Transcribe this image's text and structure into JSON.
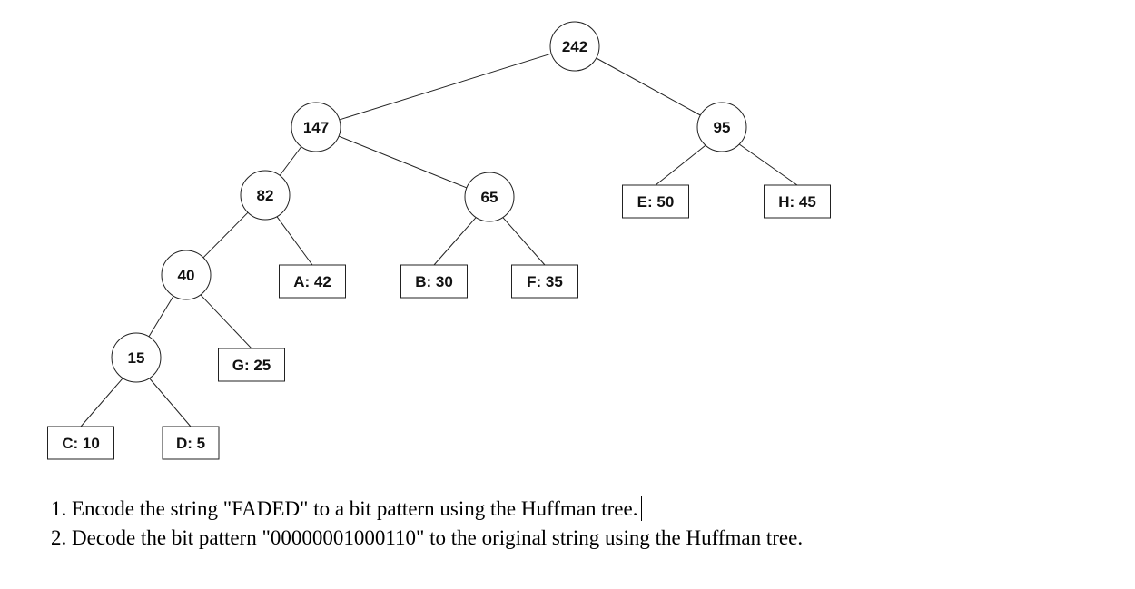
{
  "tree": {
    "internal_nodes": [
      {
        "id": "n242",
        "label": "242"
      },
      {
        "id": "n147",
        "label": "147"
      },
      {
        "id": "n95",
        "label": "95"
      },
      {
        "id": "n82",
        "label": "82"
      },
      {
        "id": "n65",
        "label": "65"
      },
      {
        "id": "n40",
        "label": "40"
      },
      {
        "id": "n15",
        "label": "15"
      }
    ],
    "leaves": [
      {
        "id": "lE",
        "label": "E: 50"
      },
      {
        "id": "lH",
        "label": "H: 45"
      },
      {
        "id": "lA",
        "label": "A: 42"
      },
      {
        "id": "lB",
        "label": "B: 30"
      },
      {
        "id": "lF",
        "label": "F: 35"
      },
      {
        "id": "lG",
        "label": "G: 25"
      },
      {
        "id": "lC",
        "label": "C: 10"
      },
      {
        "id": "lD",
        "label": "D: 5"
      }
    ],
    "edges": [
      [
        "n242",
        "n147"
      ],
      [
        "n242",
        "n95"
      ],
      [
        "n147",
        "n82"
      ],
      [
        "n147",
        "n65"
      ],
      [
        "n95",
        "lE"
      ],
      [
        "n95",
        "lH"
      ],
      [
        "n82",
        "n40"
      ],
      [
        "n82",
        "lA"
      ],
      [
        "n65",
        "lB"
      ],
      [
        "n65",
        "lF"
      ],
      [
        "n40",
        "n15"
      ],
      [
        "n40",
        "lG"
      ],
      [
        "n15",
        "lC"
      ],
      [
        "n15",
        "lD"
      ]
    ]
  },
  "questions": {
    "q1": "1. Encode the string \"FADED\" to a bit pattern using the Huffman tree.",
    "q2": "2. Decode the bit pattern \"00000001000110\" to the original string using the Huffman tree."
  }
}
